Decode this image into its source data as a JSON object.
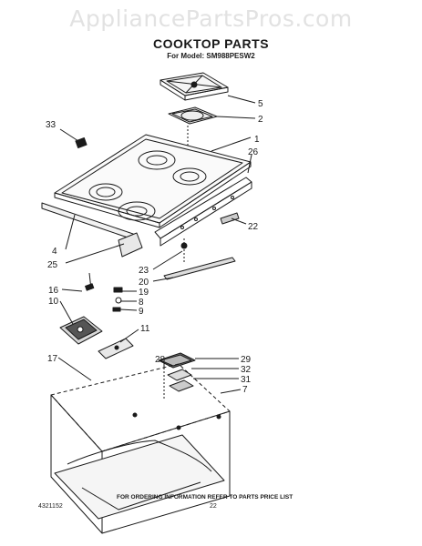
{
  "watermark": "AppliancePartsPros.com",
  "title": "COOKTOP PARTS",
  "subtitle": "For Model: SM988PESW2",
  "callouts": [
    {
      "id": "5",
      "label": "5"
    },
    {
      "id": "2",
      "label": "2"
    },
    {
      "id": "33",
      "label": "33"
    },
    {
      "id": "1",
      "label": "1"
    },
    {
      "id": "26",
      "label": "26"
    },
    {
      "id": "22",
      "label": "22"
    },
    {
      "id": "4",
      "label": "4"
    },
    {
      "id": "25",
      "label": "25"
    },
    {
      "id": "23",
      "label": "23"
    },
    {
      "id": "20",
      "label": "20"
    },
    {
      "id": "16",
      "label": "16"
    },
    {
      "id": "19",
      "label": "19"
    },
    {
      "id": "10",
      "label": "10"
    },
    {
      "id": "8",
      "label": "8"
    },
    {
      "id": "9",
      "label": "9"
    },
    {
      "id": "11",
      "label": "11"
    },
    {
      "id": "17",
      "label": "17"
    },
    {
      "id": "28",
      "label": "28"
    },
    {
      "id": "29",
      "label": "29"
    },
    {
      "id": "32",
      "label": "32"
    },
    {
      "id": "31",
      "label": "31"
    },
    {
      "id": "7",
      "label": "7"
    }
  ],
  "footer": {
    "part_number": "4321152",
    "ordering_note": "FOR ORDERING INFORMATION REFER TO PARTS PRICE LIST",
    "page": "22"
  }
}
